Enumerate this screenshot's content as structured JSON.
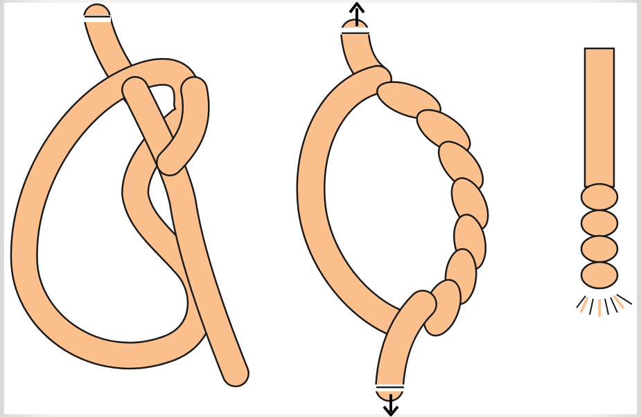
{
  "figure": {
    "description_free": true,
    "colors": {
      "rope": "#fbc08e",
      "outline": "#1a1a1a",
      "background": "#ffffff",
      "frame": "#d9d9d9"
    },
    "panels": [
      {
        "id": "overhand-knot",
        "icon": "overhand-knot-diagram"
      },
      {
        "id": "tightened-knot",
        "icon": "twisted-knot-diagram",
        "arrows": [
          "up",
          "down"
        ]
      },
      {
        "id": "whipped-rope-end",
        "icon": "whipped-rope-end-diagram",
        "wraps": 4
      }
    ]
  }
}
